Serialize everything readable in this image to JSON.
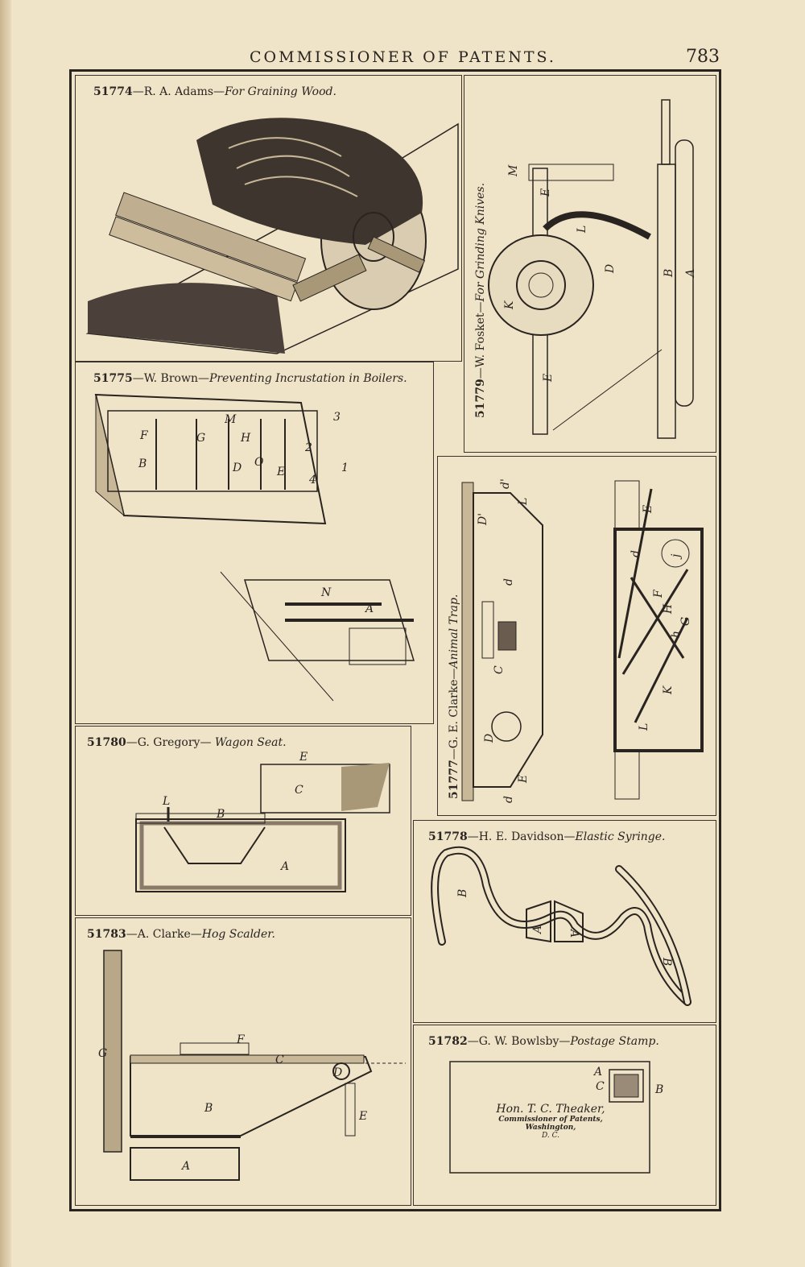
{
  "header": {
    "title": "COMMISSIONER OF PATENTS.",
    "page_number": "783"
  },
  "patents": [
    {
      "number": "51774",
      "inventor": "—R. A. Adams—",
      "title": "For Graining Wood."
    },
    {
      "number": "51775",
      "inventor": "—W. Brown—",
      "title": "Preventing Incrustation in Boilers."
    },
    {
      "number": "51779",
      "inventor": "—W. Fosket—",
      "title": "For Grinding Knives."
    },
    {
      "number": "51777",
      "inventor": "—G. E. Clarke—",
      "title": "Animal Trap."
    },
    {
      "number": "51780",
      "inventor": "—G. Gregory—",
      "title": " Wagon Seat."
    },
    {
      "number": "51778",
      "inventor": "—H. E. Davidson—",
      "title": "Elastic Syringe."
    },
    {
      "number": "51783",
      "inventor": "—A. Clarke—",
      "title": "Hog Scalder."
    },
    {
      "number": "51782",
      "inventor": "—G. W. Bowlsby—",
      "title": "Postage Stamp."
    }
  ],
  "stamp_address": {
    "line1": "Hon. T. C. Theaker,",
    "line2": "Commissioner of Patents,",
    "line3": "Washington,",
    "line4": "D. C."
  },
  "labels": {
    "adams": [],
    "brown": [
      "M",
      "F",
      "G",
      "H",
      "B",
      "D",
      "O",
      "E",
      "1",
      "2",
      "3",
      "4",
      "N",
      "A"
    ],
    "fosket": [
      "M",
      "E",
      "L",
      "D",
      "K",
      "B",
      "A",
      "E"
    ],
    "clarke_trap": [
      "d'",
      "D'",
      "L",
      "d",
      "C",
      "D",
      "d",
      "E",
      "E",
      "d",
      "j",
      "F",
      "H",
      "h",
      "G",
      "K",
      "L"
    ],
    "gregory": [
      "E",
      "C",
      "L",
      "B",
      "A"
    ],
    "davidson": [
      "B",
      "A",
      "A",
      "B"
    ],
    "hog": [
      "F",
      "C",
      "D",
      "G",
      "B",
      "E",
      "A"
    ],
    "bowlsby": [
      "A",
      "C",
      "B"
    ]
  }
}
